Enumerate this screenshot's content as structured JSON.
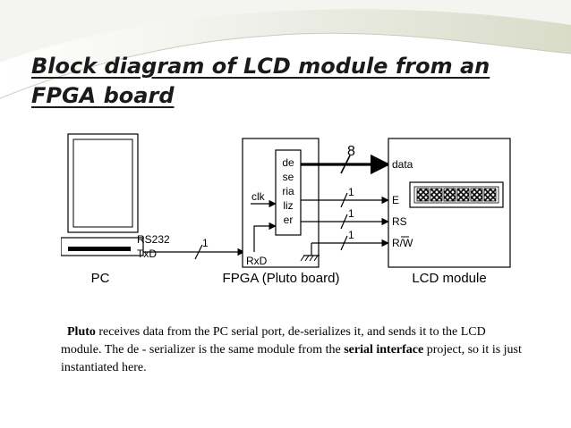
{
  "slide": {
    "title_line1": "Block diagram of LCD module from an",
    "title_line2": "FPGA board"
  },
  "diagram": {
    "pc_label": "PC",
    "pc_port_rs232": "RS232",
    "pc_port_txd": "TxD",
    "fpga_label": "FPGA (Pluto board)",
    "fpga_rxd": "RxD",
    "clk_label": "clk",
    "deserializer_lines": [
      "de",
      "se",
      "ria",
      "liz",
      "er"
    ],
    "lcd_label": "LCD module",
    "lcd_data": "data",
    "lcd_e": "E",
    "lcd_rs": "RS",
    "lcd_rw": "R/W",
    "bus_width_data": "8",
    "bus_width_e": "1",
    "bus_width_rs": "1",
    "bus_width_rw": "1",
    "bus_width_serial": "1",
    "lcd_screen_chars": "XXXXXX"
  },
  "caption": {
    "part1_bold": "Pluto",
    "part1": " receives data from the PC serial port, de-serializes it, and sends it to the LCD module. The de - serializer is the same module from the ",
    "part2_bold": "serial interface",
    "part2": " project, so it is just instantiated here."
  },
  "colors": {
    "wave_light": "#e9ebe3",
    "wave_dark": "#d4d8c4",
    "ink": "#000000"
  }
}
